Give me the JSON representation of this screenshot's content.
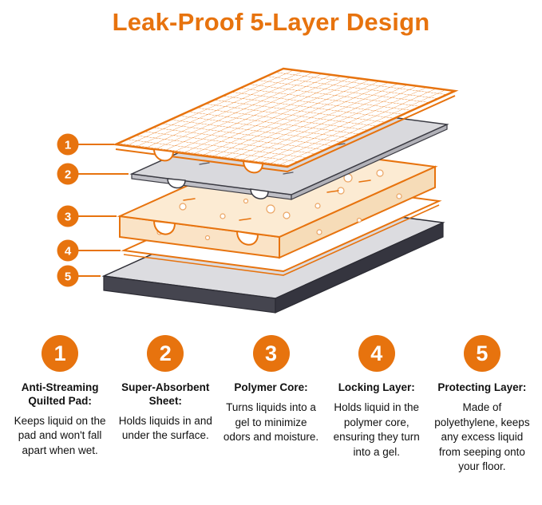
{
  "title": "Leak-Proof 5-Layer Design",
  "colors": {
    "accent": "#E7730E",
    "outline_dark": "#3A3A42"
  },
  "diagram": {
    "markers": [
      "1",
      "2",
      "3",
      "4",
      "5"
    ]
  },
  "features": [
    {
      "number": "1",
      "title": "Anti-Streaming Quilted Pad:",
      "description": "Keeps liquid on the pad and won't fall apart when wet."
    },
    {
      "number": "2",
      "title": "Super-Absorbent Sheet:",
      "description": "Holds liquids in and under the surface."
    },
    {
      "number": "3",
      "title": "Polymer Core:",
      "description": "Turns liquids into a gel to minimize odors and moisture."
    },
    {
      "number": "4",
      "title": "Locking Layer:",
      "description": "Holds liquid in the polymer core, ensuring they turn into a gel."
    },
    {
      "number": "5",
      "title": "Protecting Layer:",
      "description": "Made of polyethylene, keeps any excess liquid from seeping onto your floor."
    }
  ]
}
